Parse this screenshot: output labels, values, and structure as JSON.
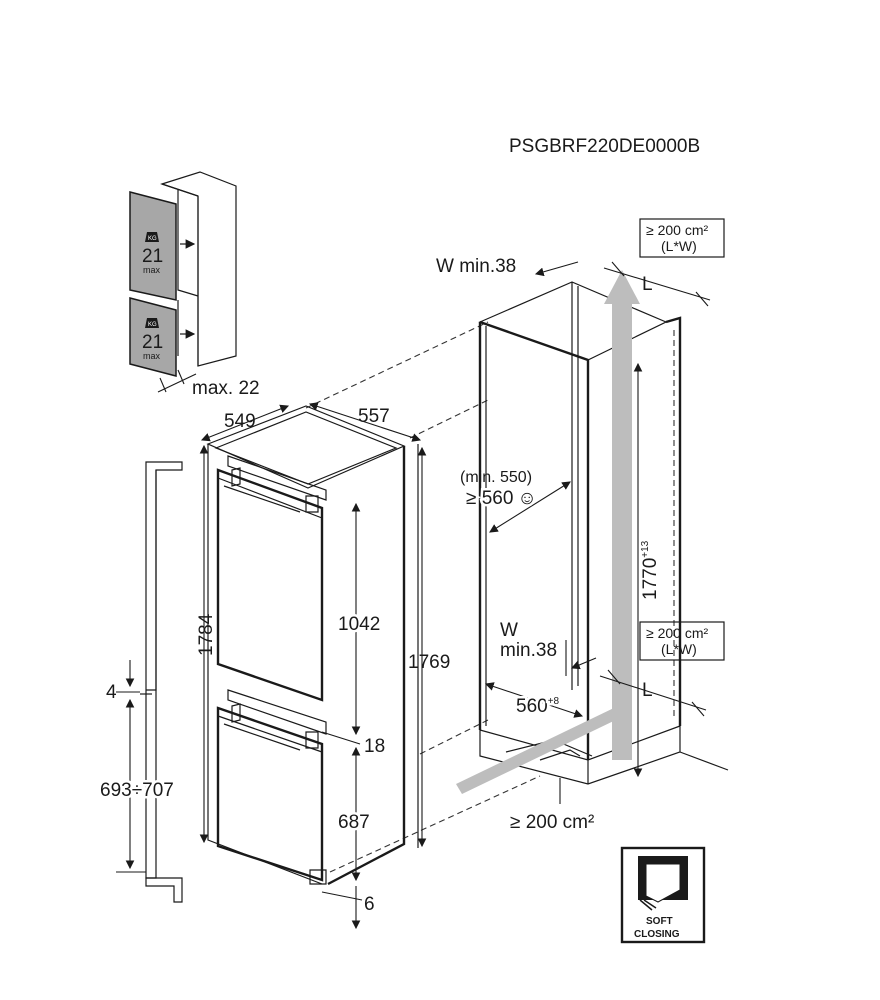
{
  "model_code": "PSGBRF220DE0000B",
  "door_panel": {
    "weight_upper": "21",
    "weight_lower": "21",
    "unit": "max",
    "kg_badge": "KG",
    "max_panel_thickness": "max. 22"
  },
  "appliance": {
    "depth": "549",
    "width": "557",
    "height_total": "1784",
    "height_body": "1769",
    "upper_section": "1042",
    "lower_section": "687",
    "gap_mid": "18",
    "gap_bottom": "6"
  },
  "door_side": {
    "offset": "4",
    "hinge_range": "693÷707"
  },
  "niche": {
    "ventilation_gap_top": "W min.38",
    "ventilation_gap_bottom_w": "W",
    "ventilation_gap_bottom_min": "min.38",
    "depth_min": "(min. 550)",
    "depth_recommended": "≥ 560",
    "width": "560",
    "width_tolerance": "+8",
    "height": "1770",
    "height_tolerance": "+13",
    "vent_top_area": "≥ 200 cm²",
    "vent_top_dims": "(L*W)",
    "vent_mid_area": "≥ 200 cm²",
    "vent_mid_dims": "(L*W)",
    "vent_bottom_area": "≥ 200 cm²",
    "length_top": "L",
    "length_bottom": "L"
  },
  "badge": {
    "line1": "SOFT",
    "line2": "CLOSING"
  },
  "colors": {
    "door_panel": "#a7a7a7",
    "airflow_arrow": "#bdbdbd",
    "line": "#1a1a1a"
  }
}
